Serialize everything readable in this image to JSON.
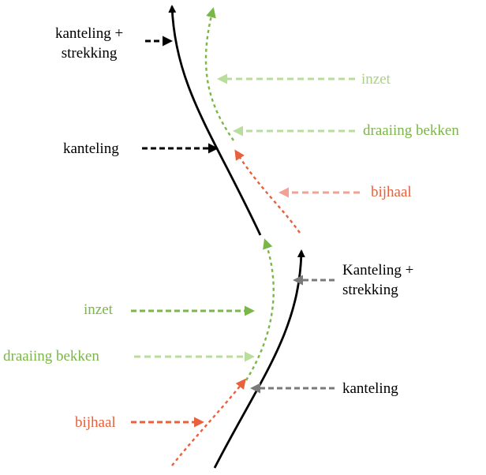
{
  "colors": {
    "black": "#000000",
    "gray": "#7a7a7a",
    "green": "#7ab648",
    "light_green": "#b9dd9b",
    "red": "#e8603c",
    "light_red": "#f2a292"
  },
  "labels": {
    "top_tilt_extension": "kanteling +\nstrekking",
    "top_tilt": "kanteling",
    "top_onset": "inzet",
    "top_pelvis_rotation": "draaiing bekken",
    "top_catch_up": "bijhaal",
    "bottom_tilt_extension": "Kanteling +\nstrekking",
    "bottom_tilt": "kanteling",
    "bottom_onset": "inzet",
    "bottom_pelvis_rotation": "draaiing bekken",
    "bottom_catch_up": "bijhaal"
  }
}
